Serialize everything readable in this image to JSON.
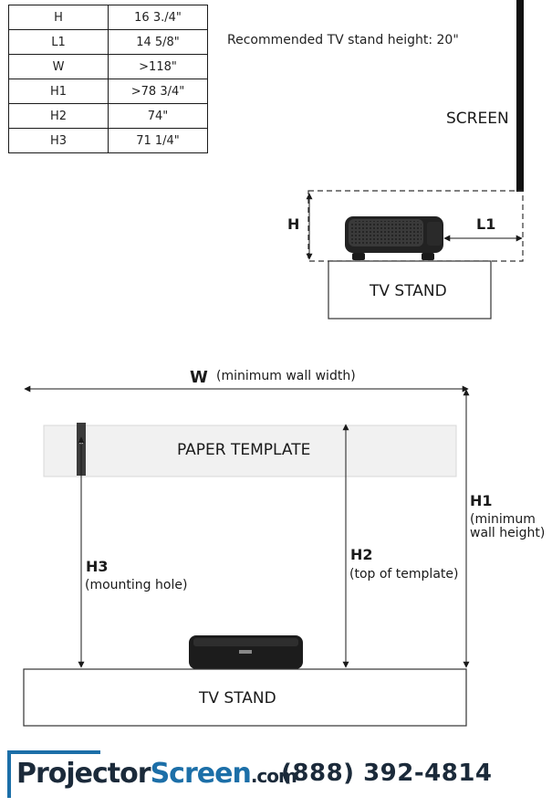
{
  "spec_table": {
    "rows": [
      {
        "key": "H",
        "value": "16 3./4\""
      },
      {
        "key": "L1",
        "value": "14 5/8\""
      },
      {
        "key": "W",
        "value": ">118\""
      },
      {
        "key": "H1",
        "value": ">78 3/4\""
      },
      {
        "key": "H2",
        "value": "74\""
      },
      {
        "key": "H3",
        "value": "71 1/4\""
      }
    ]
  },
  "note": "Recommended TV stand height: 20\"",
  "side_view": {
    "screen_label": "SCREEN",
    "h_label": "H",
    "l1_label": "L1",
    "stand_label": "TV STAND"
  },
  "front_view": {
    "w_label": "W",
    "w_note": "(minimum wall width)",
    "template_label": "PAPER TEMPLATE",
    "h1_label": "H1",
    "h1_note_1": "(minimum",
    "h1_note_2": "wall height)",
    "h2_label": "H2",
    "h2_note": "(top of template)",
    "h3_label": "H3",
    "h3_note": "(mounting hole)",
    "stand_label": "TV STAND"
  },
  "footer": {
    "brand_part1": "Projector",
    "brand_part2": "Screen",
    "brand_part3": ".com",
    "phone": "(888) 392-4814",
    "brand_color": "#1c6fa8",
    "dark_color": "#1b2a3a"
  }
}
